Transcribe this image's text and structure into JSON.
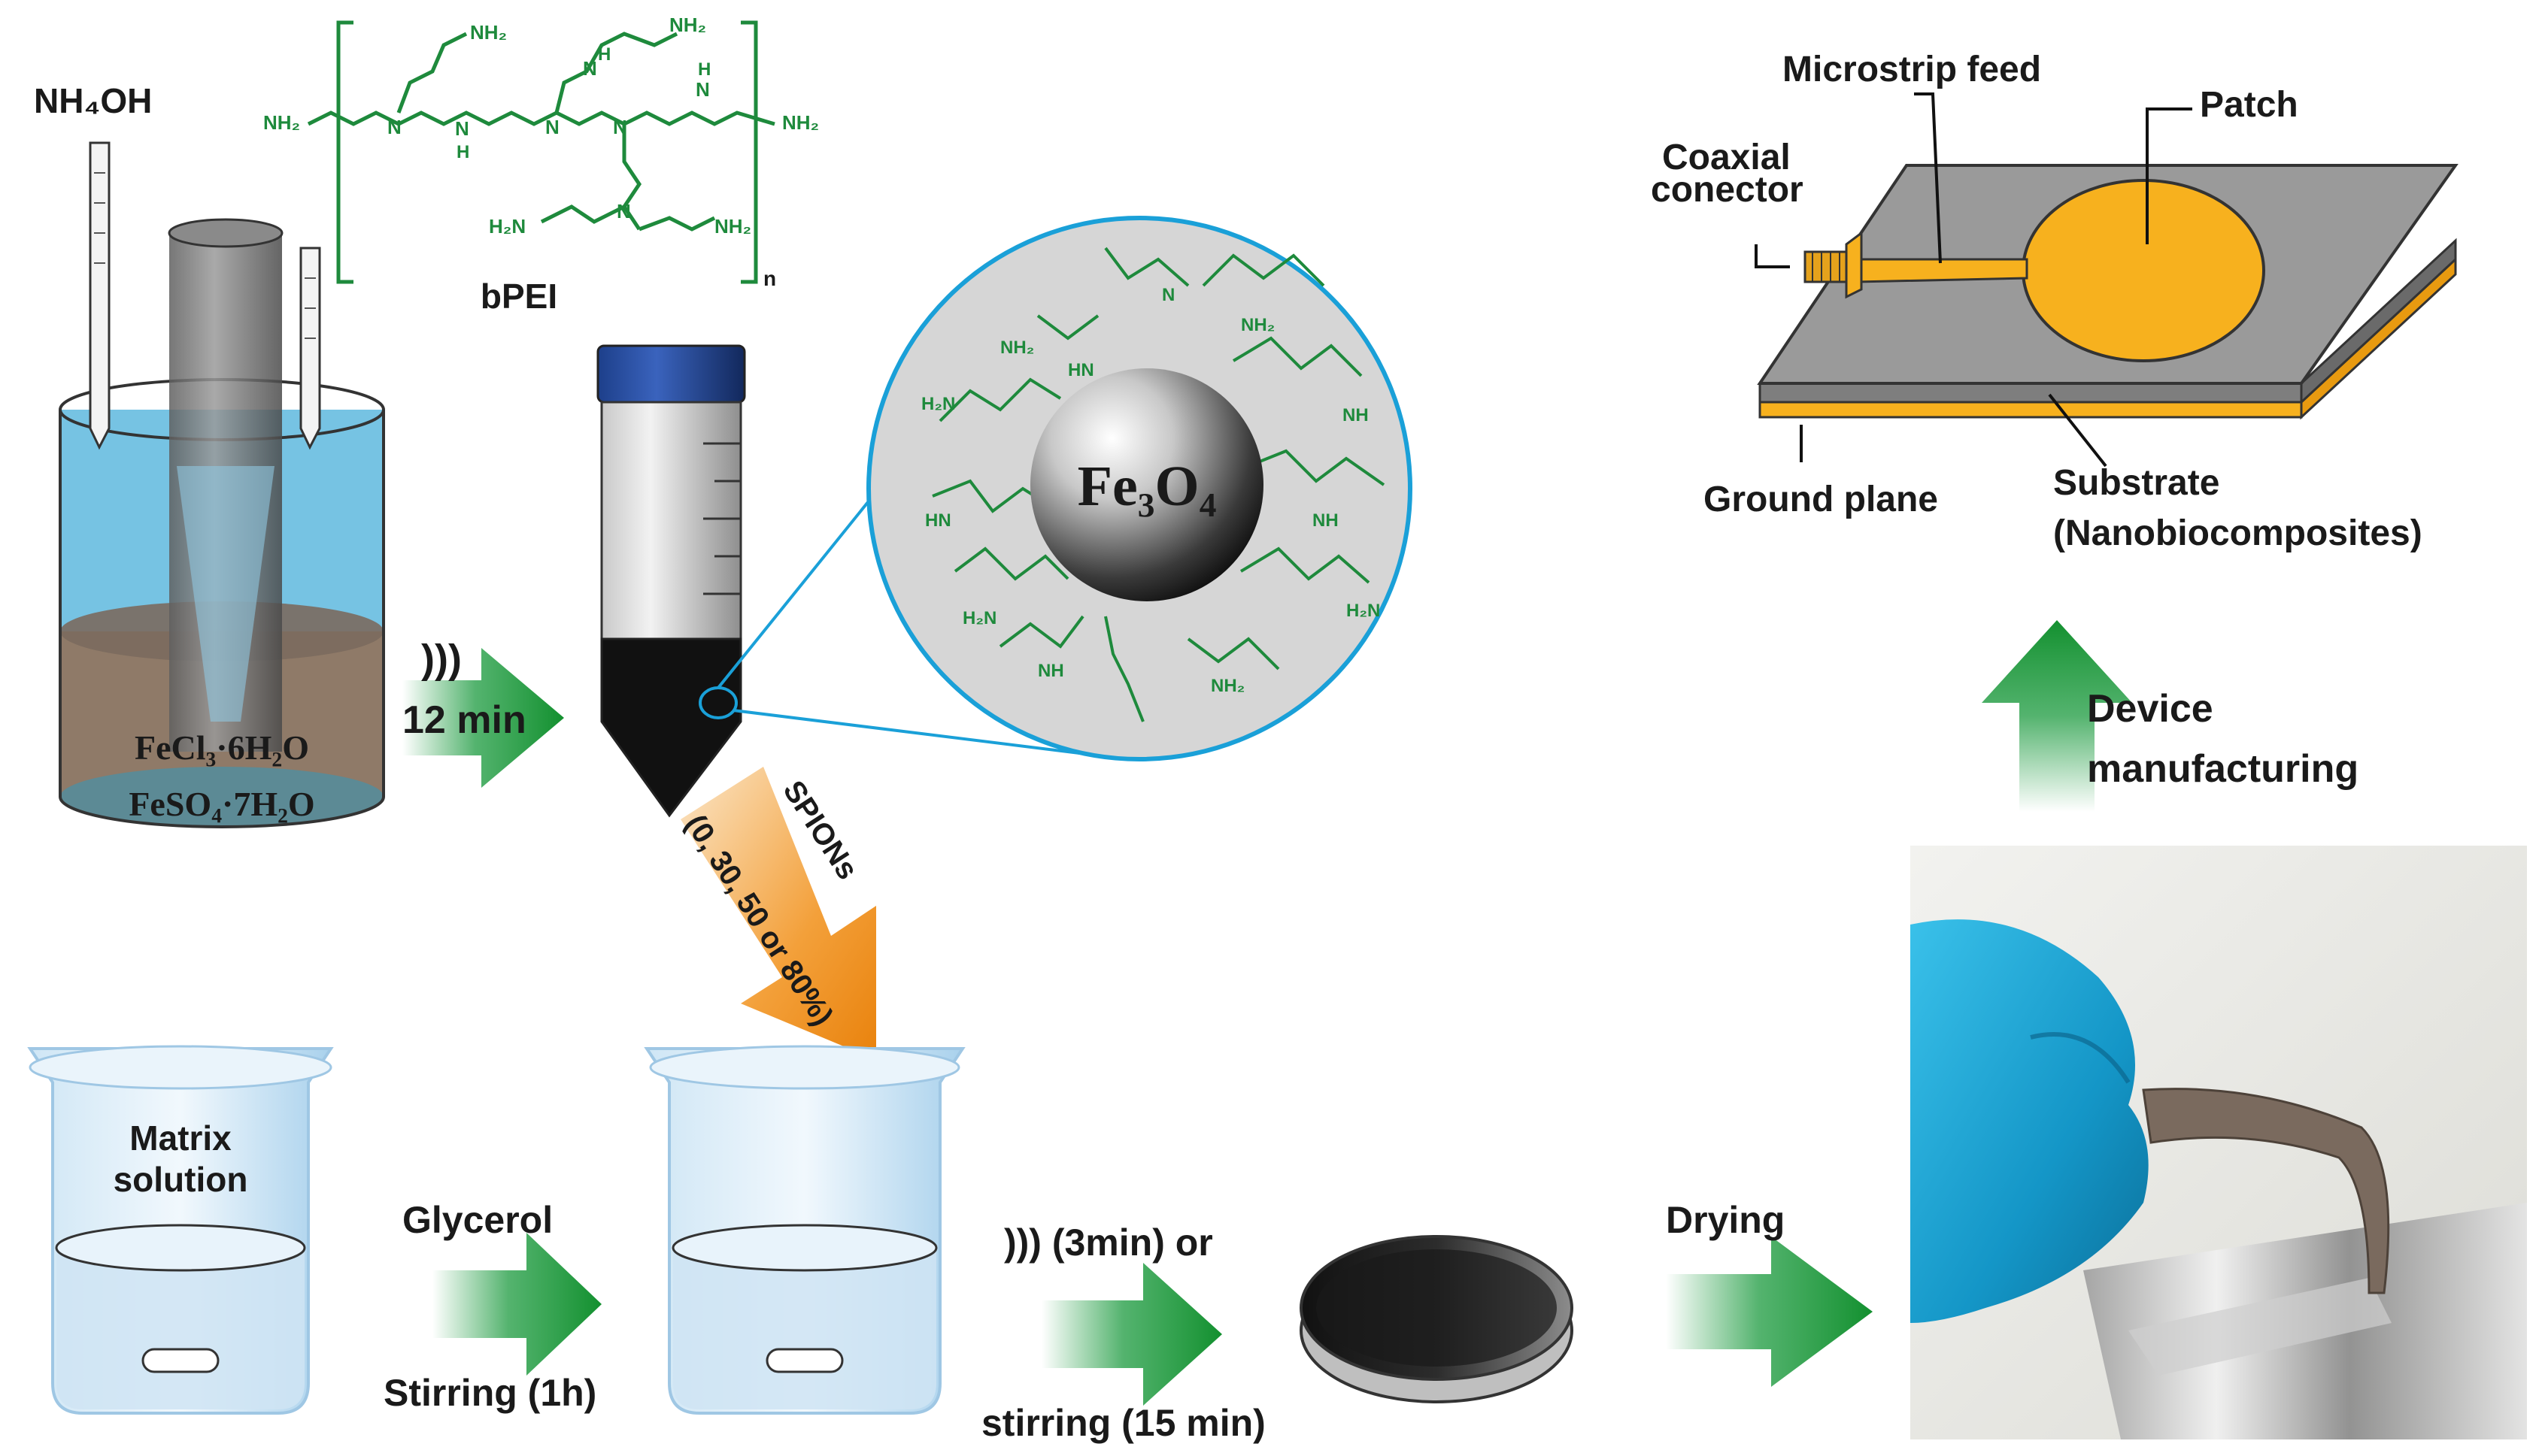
{
  "reagents": {
    "base": "NH₄OH",
    "polymer_name": "bPEI",
    "polymer_repeat": "n",
    "salt1": "FeCl₃·6H₂O",
    "salt2": "FeSO₄·7H₂O"
  },
  "chem_groups": {
    "nh2": "NH₂",
    "h2n": "H₂N",
    "nh": "NH",
    "hn": "HN",
    "n": "N",
    "h": "H"
  },
  "nanoparticle": {
    "core": "Fe₃O₄"
  },
  "steps": {
    "sonication_symbol": ")))",
    "sonication_time": "12 min",
    "spions_label": "SPIONs",
    "spions_amounts": "(0, 30, 50 or 80%)",
    "matrix_label_line1": "Matrix",
    "matrix_label_line2": "solution",
    "glycerol": "Glycerol",
    "stirring_1h": "Stirring (1h)",
    "mix_line1": "))) (3min) or",
    "mix_line2": "stirring (15 min)",
    "drying": "Drying",
    "device_line1": "Device",
    "device_line2": "manufacturing"
  },
  "antenna": {
    "microstrip_feed": "Microstrip feed",
    "patch": "Patch",
    "coaxial_line1": "Coaxial",
    "coaxial_line2": "conector",
    "ground_plane": "Ground plane",
    "substrate_line1": "Substrate",
    "substrate_line2": "(Nanobiocomposites)"
  },
  "colors": {
    "green_arrow": "#1b9a3e",
    "orange_arrow": "#f08c12",
    "patch_orange": "#f7b11e",
    "substrate_gray": "#9a9a9a",
    "cyan_outline": "#1aa0d8",
    "chem_green": "#1e8a3c"
  }
}
